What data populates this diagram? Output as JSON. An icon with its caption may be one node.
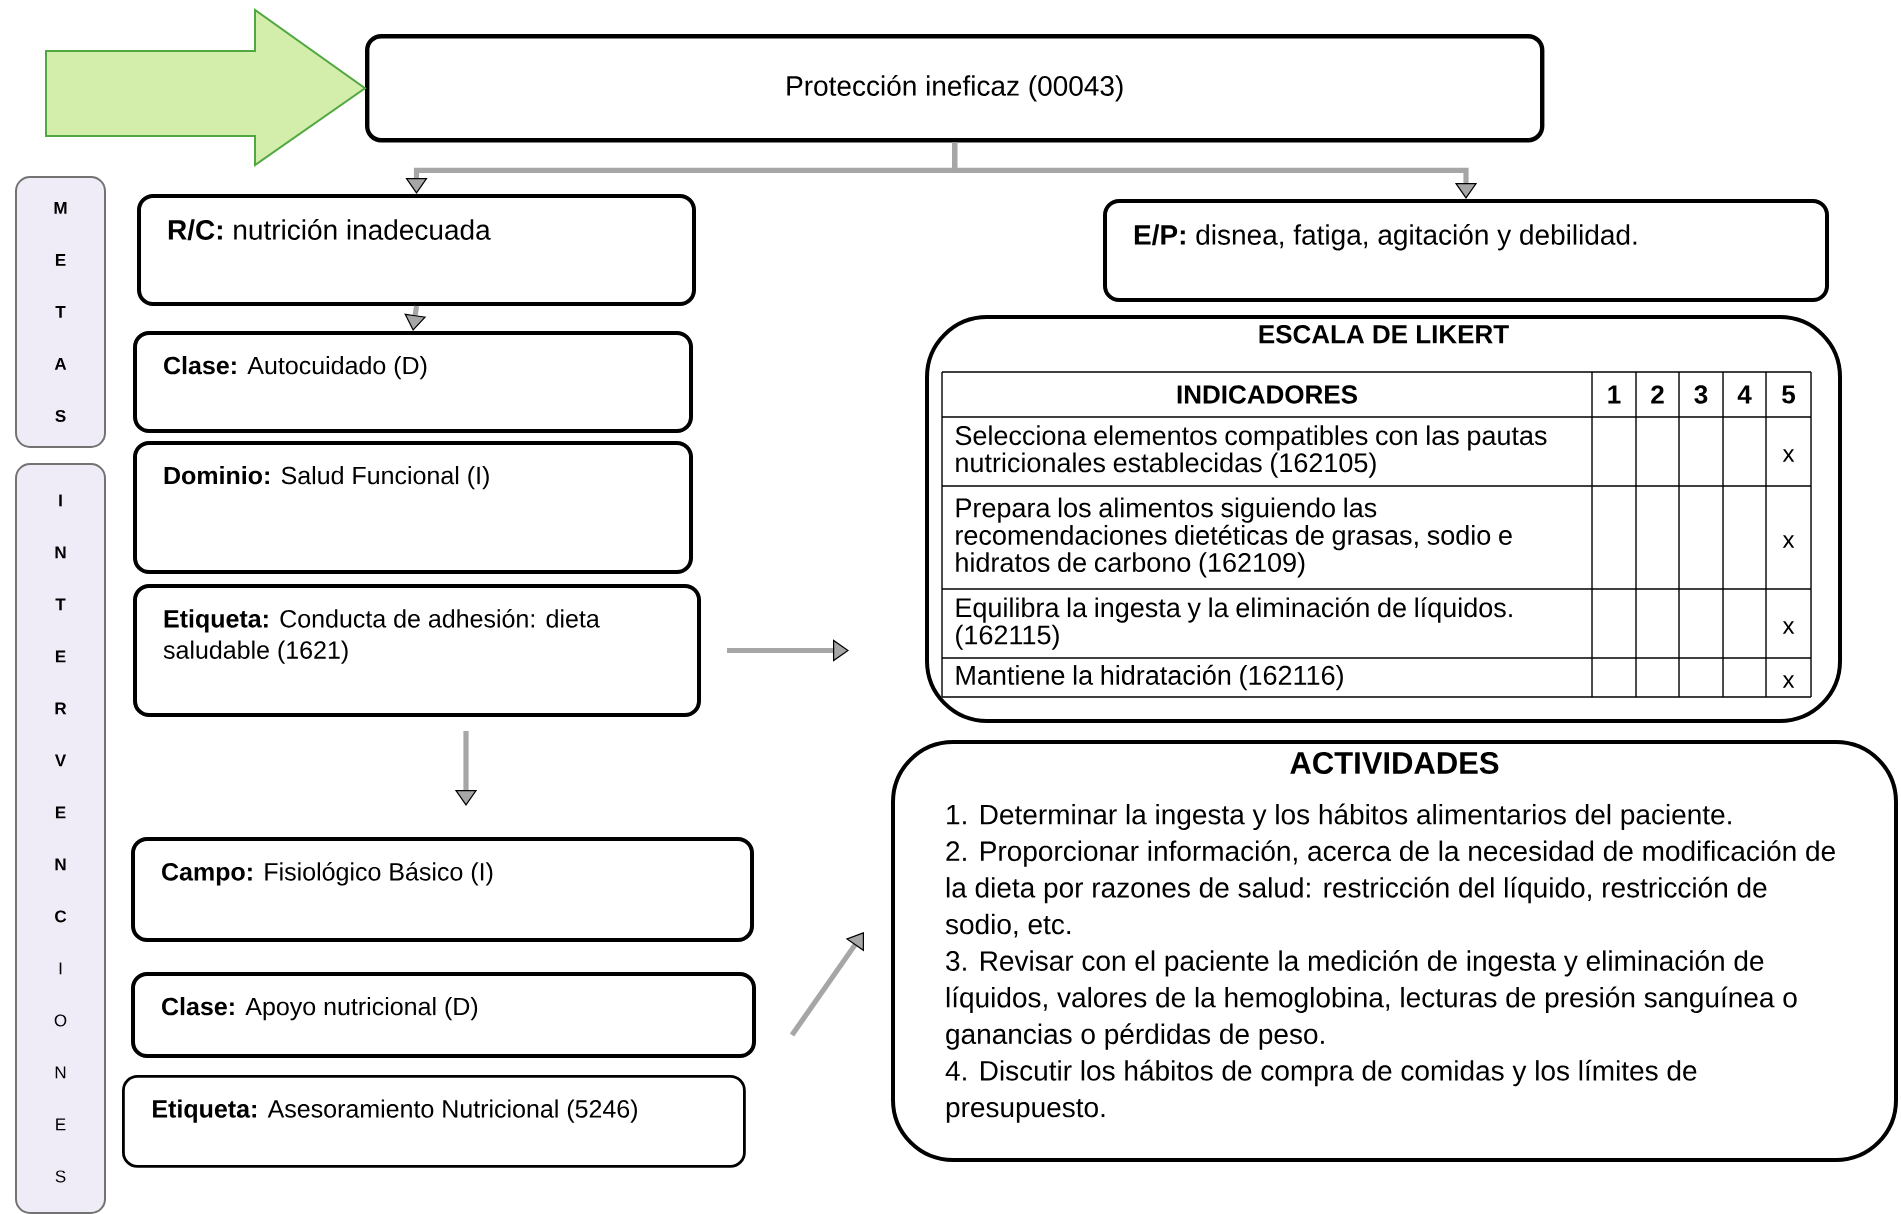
{
  "diagram": {
    "nodes": [
      {
        "text": [
          "Protección ineficaz (00043)"
        ]
      },
      {
        "text": [
          "M E T A S"
        ]
      },
      {
        "text": [
          "**I N T E R V E N C** I O N E S"
        ]
      },
      {
        "text": [
          "**R/C:** nutrición inadecuada"
        ]
      },
      {
        "text": [
          "**E/P:** disnea, fatiga, agitación y debilidad."
        ]
      },
      {
        "text": [
          "**Clase:** Autocuidado (D)"
        ]
      },
      {
        "text": [
          "**Dominio:** Salud Funcional (I)"
        ]
      },
      {
        "text": [
          "**Etiqueta:** Conducta de adhesión: dieta saludable (1621)"
        ]
      },
      {
        "text": [
          "ESCALA DE LIKERT"
        ]
      },
      {
        "text": [
          "**Campo:** Fisiológico Básico (I)"
        ]
      },
      {
        "text": [
          "**Clase:** Apoyo nutricional (D)"
        ]
      },
      {
        "text": [
          "**Etiqueta:** Asesoramiento Nutricional (5246)"
        ]
      },
      {
        "text": [
          "ACTIVIDADES",
          "1. Determinar la ingesta y los hábitos alimentarios del paciente.",
          "2. Proporcionar información, acerca de la necesidad de modificación de la dieta por razones de salud: restricción del líquido, restricción de sodio, etc.",
          "3. Revisar con el paciente la medición de ingesta y eliminación de líquidos, valores de la hemoglobina, lecturas de presión sanguínea o ganancias o pérdidas de peso.",
          "4. Discutir los hábitos de compra de comidas y los límites de presupuesto."
        ]
      }
    ],
    "edges": [
      {
        "from": null,
        "to": 0,
        "arrow": "to",
        "style": "thick",
        "color": "#d2eeaa"
      },
      {
        "from": 0,
        "to": 3,
        "arrow": "to"
      },
      {
        "from": 0,
        "to": 4,
        "arrow": "to"
      },
      {
        "from": 3,
        "to": 5,
        "arrow": "to"
      },
      {
        "from": 7,
        "to": 8,
        "arrow": "to"
      },
      {
        "from": 7,
        "to": 9,
        "arrow": "to"
      },
      {
        "from": 10,
        "to": 12,
        "arrow": "to"
      }
    ],
    "labels": [
      "INDICADORES",
      "1",
      "2",
      "3",
      "4",
      "5",
      "Selecciona elementos compatibles con las pautas nutricionales establecidas (162105)",
      "x",
      "Prepara los alimentos siguiendo las recomendaciones dietéticas de grasas, sodio e hidratos de carbono (162109)",
      "x",
      "Equilibra la ingesta y la eliminación de líquidos. (162115)",
      "x",
      "Mantiene la hidratación (162116)",
      "x"
    ]
  }
}
